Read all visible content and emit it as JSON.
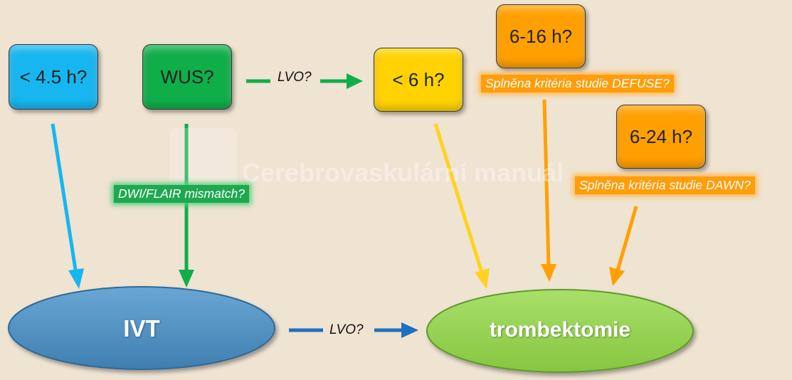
{
  "boxes": {
    "time_45": "< 4.5 h?",
    "wus": "WUS?",
    "time_6": "< 6 h?",
    "time_16": "6-16 h?",
    "time_24": "6-24 h?"
  },
  "labels": {
    "defuse": "Splněna kritéria studie DEFUSE?",
    "dawn": "Splněna kritéria studie DAWN?",
    "dwi": "DWI/FLAIR mismatch?",
    "lvo_top": "LVO?",
    "lvo_bottom": "LVO?"
  },
  "ovals": {
    "ivt": "IVT",
    "trombektomie": "trombektomie"
  },
  "watermark": "Cerebrovaskulární manuál",
  "colors": {
    "background": "#efe3d2",
    "blue": "#17b6f0",
    "green": "#0fae49",
    "yellow": "#ffd200",
    "orange": "#ffa000",
    "ivt_oval": "#4a8bbb",
    "trombektomie_oval": "#92d050",
    "dark_blue_arrow": "#1f6fbf"
  }
}
